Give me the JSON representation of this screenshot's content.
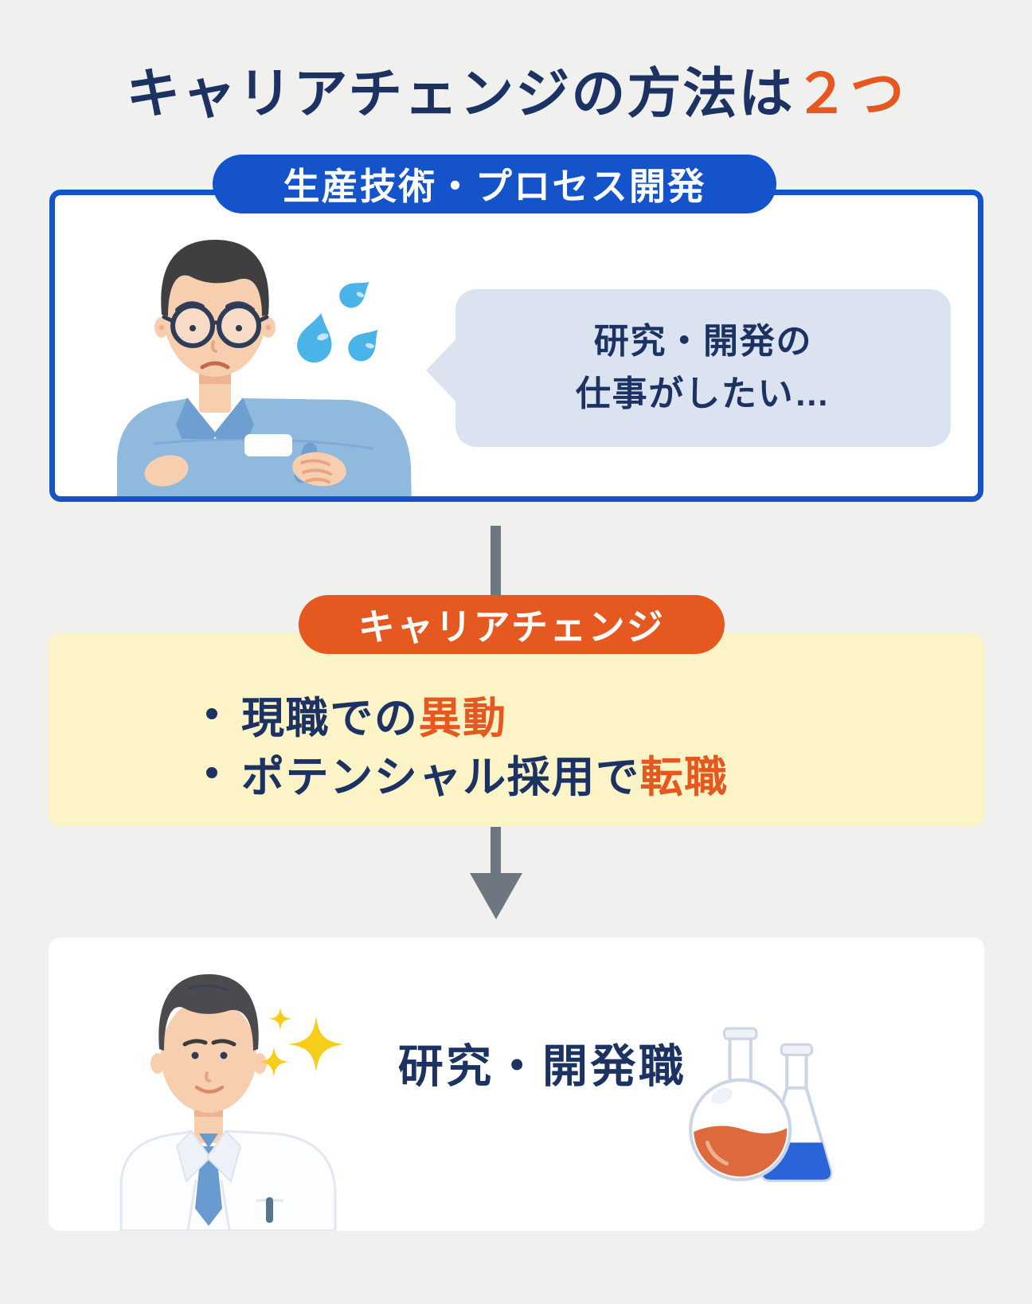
{
  "title": {
    "text": "キャリアチェンジの方法は",
    "highlight": "２つ"
  },
  "current_section": {
    "badge": "生産技術・プロセス開発",
    "speech_bubble": {
      "line1": "研究・開発の",
      "line2": "仕事がしたい…"
    },
    "icons": {
      "worker": "worried-factory-worker-illustration",
      "sweat": "sweat-drops-icon"
    }
  },
  "career_change_section": {
    "badge": "キャリアチェンジ",
    "options": [
      {
        "text": "現職での",
        "highlight": "異動"
      },
      {
        "text": "ポテンシャル採用で",
        "highlight": "転職"
      }
    ]
  },
  "goal_section": {
    "label": "研究・開発職",
    "icons": {
      "scientist": "happy-scientist-illustration",
      "sparkles": "sparkles-icon",
      "flasks": "chemistry-flasks-icon"
    }
  },
  "colors": {
    "background": "#f0f0ee",
    "navy_text": "#1b3262",
    "orange_accent": "#e5581f",
    "blue_accent": "#1553cb",
    "speech_bubble": "#dbe3f1",
    "career_box": "#fcf3c6",
    "arrow": "#6e7781"
  }
}
